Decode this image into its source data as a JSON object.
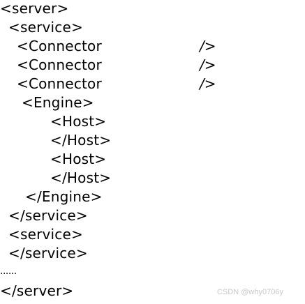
{
  "code_lines": [
    "<server>",
    "<service>",
    "<Connector",
    "<Connector",
    "<Connector",
    "<Engine>",
    "<Host>",
    "</Host>",
    "<Host>",
    "</Host>",
    "</Engine>",
    "</service>",
    "<service>",
    "</service>",
    "......",
    "</server>"
  ],
  "self_closing": [
    "/>",
    "/>",
    "/>"
  ],
  "watermark": "CSDN @why0706y"
}
